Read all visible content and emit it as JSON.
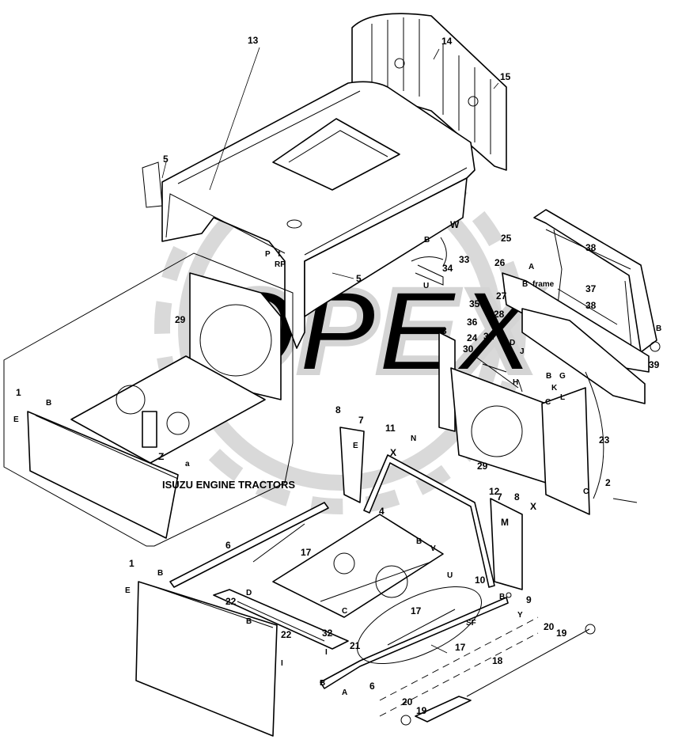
{
  "diagram": {
    "inset_caption": "ISUZU ENGINE TRACTORS",
    "watermark_text": "OPEX",
    "callouts": [
      {
        "id": "c13",
        "text": "13"
      },
      {
        "id": "c14",
        "text": "14"
      },
      {
        "id": "c15",
        "text": "15"
      },
      {
        "id": "c5a",
        "text": "5"
      },
      {
        "id": "c5b",
        "text": "5"
      },
      {
        "id": "cW",
        "text": "W"
      },
      {
        "id": "cB1",
        "text": "B"
      },
      {
        "id": "c33",
        "text": "33"
      },
      {
        "id": "c34",
        "text": "34"
      },
      {
        "id": "cU1",
        "text": "U"
      },
      {
        "id": "c35",
        "text": "35"
      },
      {
        "id": "c36",
        "text": "36"
      },
      {
        "id": "c25",
        "text": "25"
      },
      {
        "id": "c38a",
        "text": "38"
      },
      {
        "id": "c26",
        "text": "26"
      },
      {
        "id": "cA1",
        "text": "A"
      },
      {
        "id": "cB2",
        "text": "B"
      },
      {
        "id": "cframe",
        "text": "frame"
      },
      {
        "id": "c37",
        "text": "37"
      },
      {
        "id": "c27",
        "text": "27"
      },
      {
        "id": "c38b",
        "text": "38"
      },
      {
        "id": "c28",
        "text": "28"
      },
      {
        "id": "cB3",
        "text": "B"
      },
      {
        "id": "c39",
        "text": "39"
      },
      {
        "id": "cP",
        "text": "P"
      },
      {
        "id": "cf",
        "text": "f"
      },
      {
        "id": "cRP",
        "text": "RP"
      },
      {
        "id": "c29a",
        "text": "29"
      },
      {
        "id": "c3",
        "text": "3"
      },
      {
        "id": "c24",
        "text": "24"
      },
      {
        "id": "c31",
        "text": "31"
      },
      {
        "id": "c30",
        "text": "30"
      },
      {
        "id": "cD1",
        "text": "D"
      },
      {
        "id": "cJ",
        "text": "J"
      },
      {
        "id": "cC1",
        "text": "C"
      },
      {
        "id": "cH",
        "text": "H"
      },
      {
        "id": "cB4",
        "text": "B"
      },
      {
        "id": "cG",
        "text": "G"
      },
      {
        "id": "cK",
        "text": "K"
      },
      {
        "id": "cL",
        "text": "L"
      },
      {
        "id": "cC2",
        "text": "C"
      },
      {
        "id": "c1a",
        "text": "1"
      },
      {
        "id": "cB5",
        "text": "B"
      },
      {
        "id": "cE1",
        "text": "E"
      },
      {
        "id": "cZ",
        "text": "Z"
      },
      {
        "id": "ca",
        "text": "a"
      },
      {
        "id": "c8a",
        "text": "8"
      },
      {
        "id": "c7a",
        "text": "7"
      },
      {
        "id": "c11",
        "text": "11"
      },
      {
        "id": "cN",
        "text": "N"
      },
      {
        "id": "cE2",
        "text": "E"
      },
      {
        "id": "cX1",
        "text": "X"
      },
      {
        "id": "c29b",
        "text": "29"
      },
      {
        "id": "c23",
        "text": "23"
      },
      {
        "id": "c2",
        "text": "2"
      },
      {
        "id": "cC3",
        "text": "C"
      },
      {
        "id": "c12",
        "text": "12"
      },
      {
        "id": "c7b",
        "text": "7"
      },
      {
        "id": "c8b",
        "text": "8"
      },
      {
        "id": "cX2",
        "text": "X"
      },
      {
        "id": "cM",
        "text": "M"
      },
      {
        "id": "c4",
        "text": "4"
      },
      {
        "id": "cB6",
        "text": "B"
      },
      {
        "id": "cV",
        "text": "V"
      },
      {
        "id": "cU2",
        "text": "U"
      },
      {
        "id": "c6a",
        "text": "6"
      },
      {
        "id": "c17a",
        "text": "17"
      },
      {
        "id": "c1b",
        "text": "1"
      },
      {
        "id": "cB7",
        "text": "B"
      },
      {
        "id": "cE3",
        "text": "E"
      },
      {
        "id": "cD2",
        "text": "D"
      },
      {
        "id": "c22a",
        "text": "22"
      },
      {
        "id": "cB8",
        "text": "B"
      },
      {
        "id": "c22b",
        "text": "22"
      },
      {
        "id": "c32",
        "text": "32"
      },
      {
        "id": "c21",
        "text": "21"
      },
      {
        "id": "cC4",
        "text": "C"
      },
      {
        "id": "c10",
        "text": "10"
      },
      {
        "id": "cB9",
        "text": "B"
      },
      {
        "id": "c9",
        "text": "9"
      },
      {
        "id": "cY",
        "text": "Y"
      },
      {
        "id": "c17b",
        "text": "17"
      },
      {
        "id": "cSF",
        "text": "SF"
      },
      {
        "id": "c17c",
        "text": "17"
      },
      {
        "id": "cI1",
        "text": "I"
      },
      {
        "id": "cI2",
        "text": "I"
      },
      {
        "id": "cB10",
        "text": "B"
      },
      {
        "id": "cA2",
        "text": "A"
      },
      {
        "id": "c6b",
        "text": "6"
      },
      {
        "id": "c18",
        "text": "18"
      },
      {
        "id": "c20a",
        "text": "20"
      },
      {
        "id": "c19a",
        "text": "19"
      },
      {
        "id": "c20b",
        "text": "20"
      },
      {
        "id": "c19b",
        "text": "19"
      }
    ]
  }
}
